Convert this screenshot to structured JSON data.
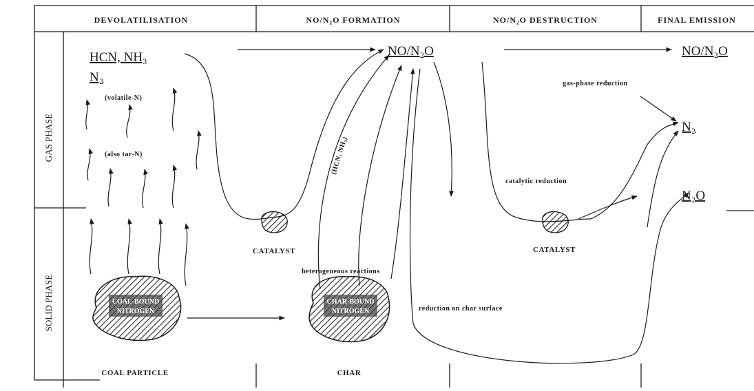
{
  "headers": {
    "devolatilisation": "DEVOLATILISATION",
    "formation": "NO/N₂O FORMATION",
    "destruction": "NO/N₂O DESTRUCTION",
    "final_emission": "FINAL EMISSION"
  },
  "phases": {
    "gas": "GAS PHASE",
    "solid": "SOLID PHASE"
  },
  "species": {
    "volatile_species": "HCN, NH₃",
    "n2_left": "N₂",
    "no_n2o_mid": "NO/N₂O",
    "no_n2o_right": "NO/N₂O",
    "n2_right": "N₂",
    "n2o_right": "N₂O"
  },
  "labels": {
    "volatile_n": "(volatile-N)",
    "also_tar_n": "(also tar-N)",
    "hcn_nh3_path": "(HCN, NH₃)",
    "gas_phase_reduction": "gas-phase reduction",
    "catalytic_reduction": "catalytic reduction",
    "heterogeneous_reactions": "heterogeneous reactions",
    "reduction_on_char": "reduction on char surface",
    "catalyst_left": "CATALYST",
    "catalyst_right": "CATALYST",
    "coal_bound_1": "COAL-BOUND",
    "coal_bound_2": "NITROGEN",
    "char_bound_1": "CHAR-BOUND",
    "char_bound_2": "NITROGEN",
    "coal_particle": "COAL PARTICLE",
    "char": "CHAR"
  }
}
